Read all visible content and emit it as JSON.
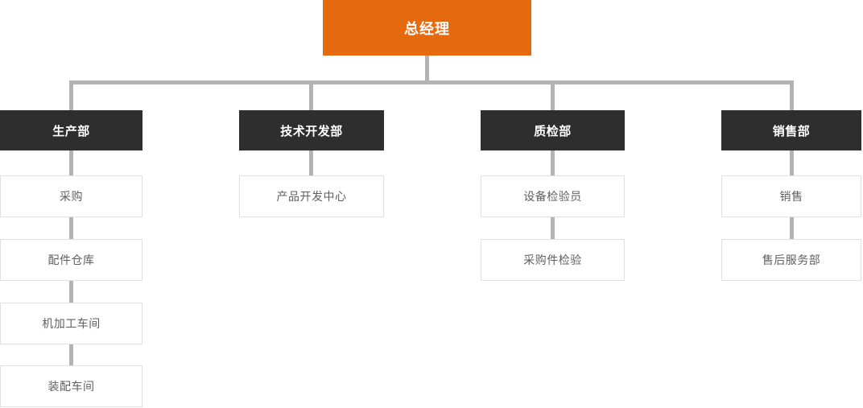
{
  "diagram": {
    "type": "org-chart",
    "colors": {
      "root_bg": "#e5690e",
      "root_text": "#ffffff",
      "department_bg": "#2e2e2e",
      "department_text": "#ffffff",
      "leaf_bg": "#ffffff",
      "leaf_border": "#e0e0e0",
      "leaf_text": "#5f5f5f",
      "connector": "#b3b3b3"
    },
    "root": {
      "label": "总经理"
    },
    "departments": [
      {
        "label": "生产部",
        "children": [
          "采购",
          "配件仓库",
          "机加工车间",
          "装配车间"
        ]
      },
      {
        "label": "技术开发部",
        "children": [
          "产品开发中心"
        ]
      },
      {
        "label": "质检部",
        "children": [
          "设备检验员",
          "采购件检验"
        ]
      },
      {
        "label": "销售部",
        "children": [
          "销售",
          "售后服务部"
        ]
      }
    ]
  }
}
